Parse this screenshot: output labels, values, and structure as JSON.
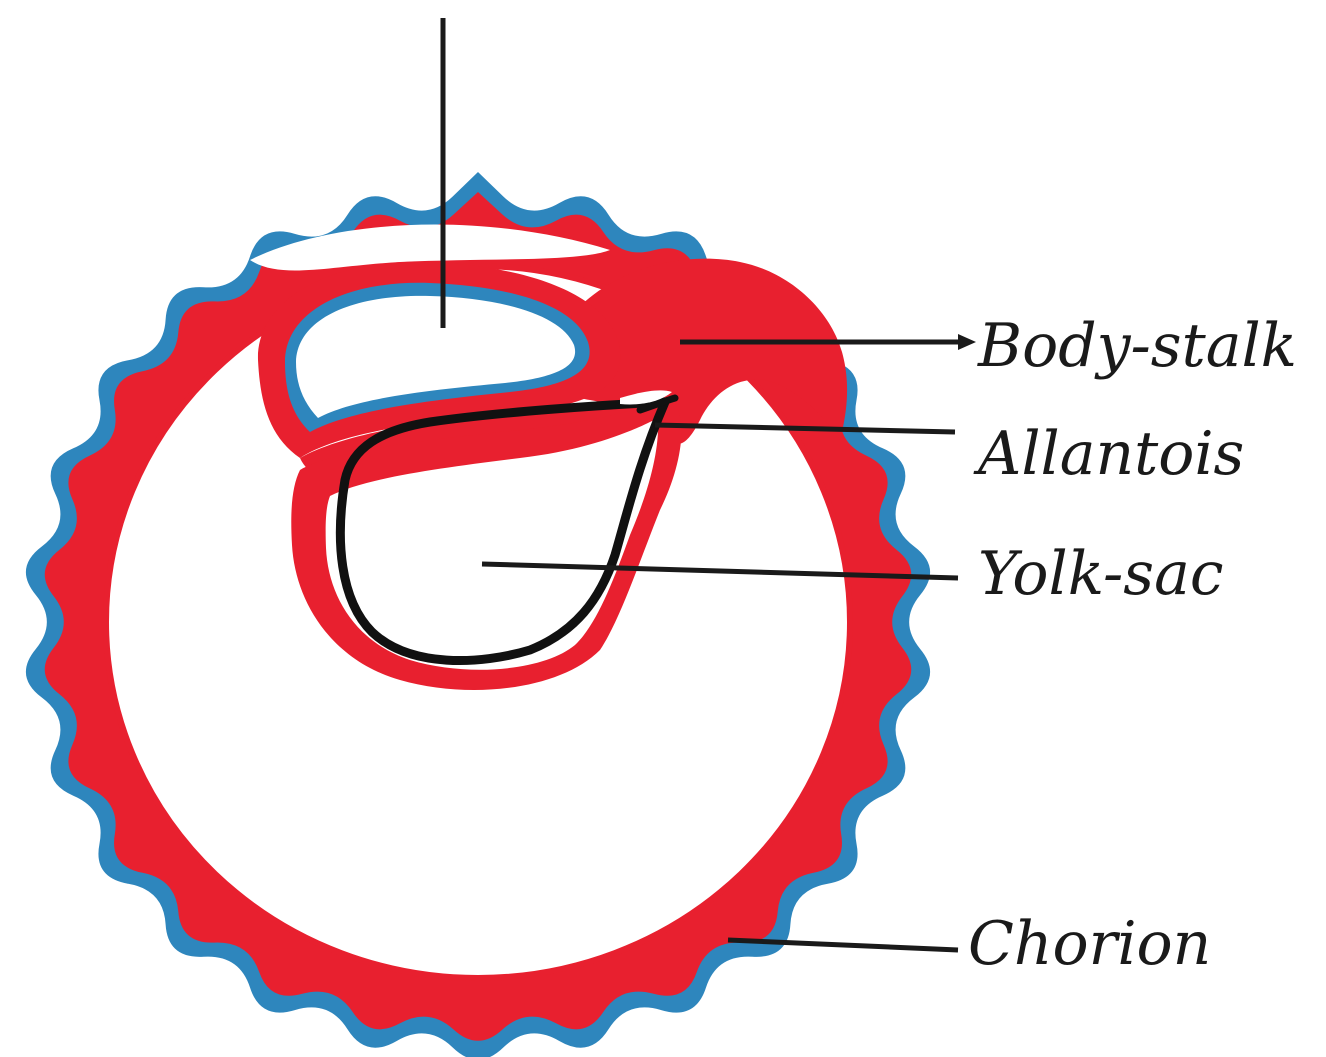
{
  "labels": {
    "body_stalk": "Body-stalk",
    "allantois": "Allantois",
    "yolk_sac": "Yolk-sac",
    "chorion": "Chorion"
  },
  "colors": {
    "mesoderm": "#e8202f",
    "ectoderm": "#2e86bd",
    "endoderm": "#111111",
    "leader": "#1a1a1a",
    "background": "#ffffff"
  },
  "structures": {
    "chorionic_villi_count": 26
  }
}
